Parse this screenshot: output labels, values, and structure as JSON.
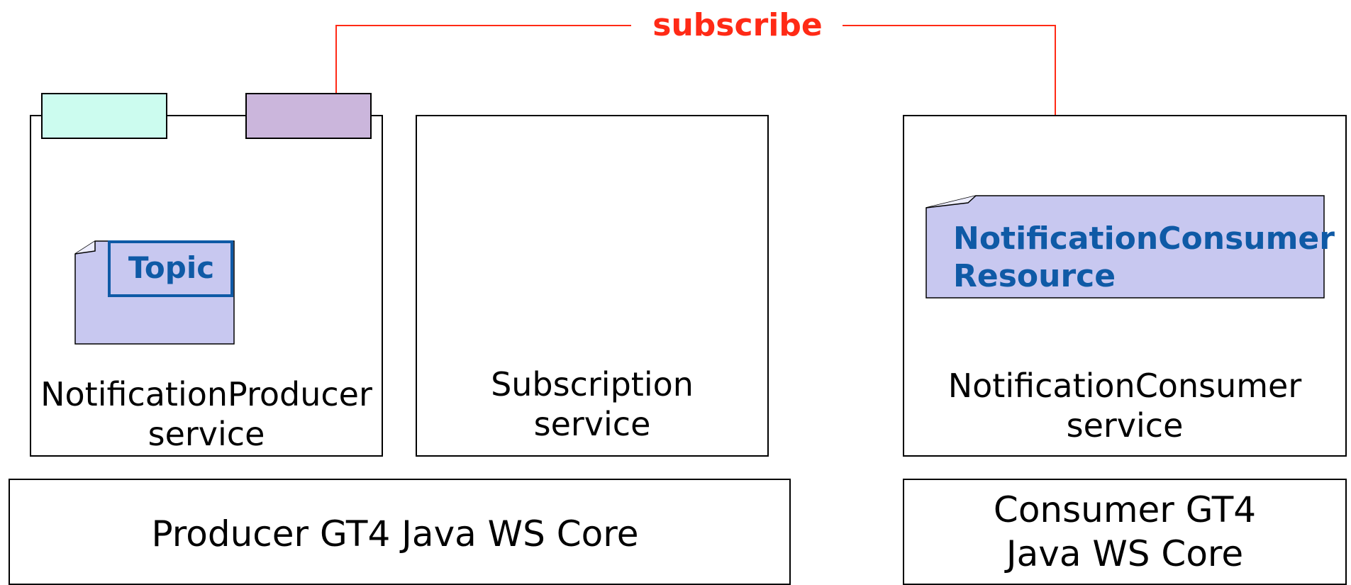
{
  "diagram": {
    "subscribe_label": "subscribe",
    "producer_service": {
      "line1": "NotificationProducer",
      "line2": "service",
      "topic_label": "Topic",
      "tab_left_color": "#ccfcef",
      "tab_right_color": "#cbb6dc"
    },
    "subscription_service": {
      "line1": "Subscription",
      "line2": "service"
    },
    "consumer_service": {
      "line1": "NotificationConsumer",
      "line2": "service",
      "resource_line1": "NotificationConsumer",
      "resource_line2": "Resource"
    },
    "producer_core": {
      "label": "Producer GT4 Java WS Core"
    },
    "consumer_core": {
      "line1": "Consumer GT4",
      "line2": "Java WS Core"
    },
    "colors": {
      "arrow": "#ff2a16",
      "resource_fill": "#c8c8f0",
      "resource_text": "#0f5aa6"
    }
  }
}
